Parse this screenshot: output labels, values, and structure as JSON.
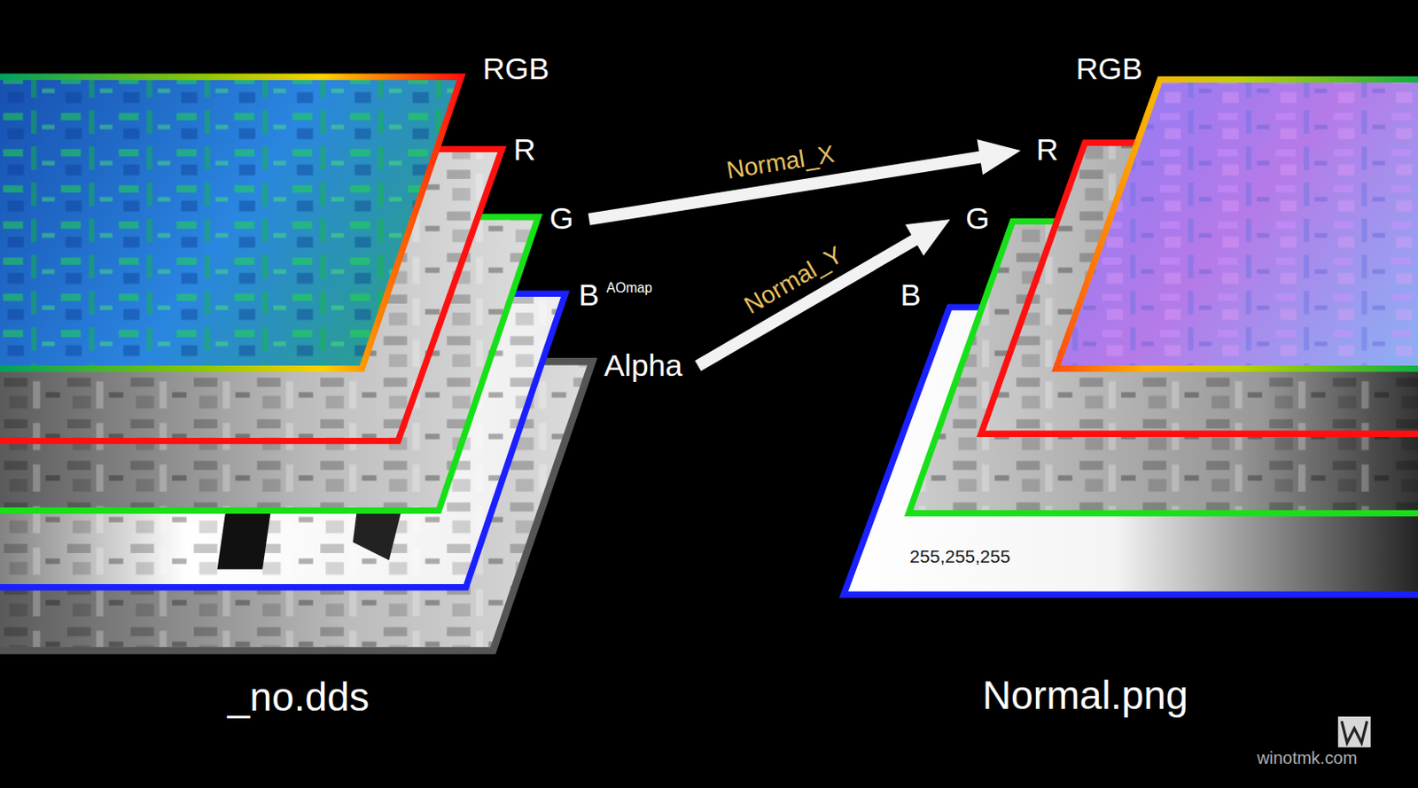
{
  "diagram": {
    "nodes": [
      {
        "text": [
          "RGB"
        ]
      },
      {
        "text": [
          "R"
        ]
      },
      {
        "text": [
          "G"
        ]
      },
      {
        "text": [
          "B",
          "AOmap"
        ]
      },
      {
        "text": [
          "Alpha"
        ]
      },
      {
        "text": [
          "RGB"
        ]
      },
      {
        "text": [
          "R"
        ]
      },
      {
        "text": [
          "G"
        ]
      },
      {
        "text": [
          "B"
        ]
      }
    ],
    "edges": [
      {
        "from": 2,
        "to": 6,
        "label": "Normal_X",
        "arrow": "to"
      },
      {
        "from": 4,
        "to": 7,
        "label": "Normal_Y",
        "arrow": "to"
      }
    ],
    "labels": [
      "_no.dds",
      "Normal.png",
      "255,255,255",
      "winotmk.com"
    ]
  }
}
